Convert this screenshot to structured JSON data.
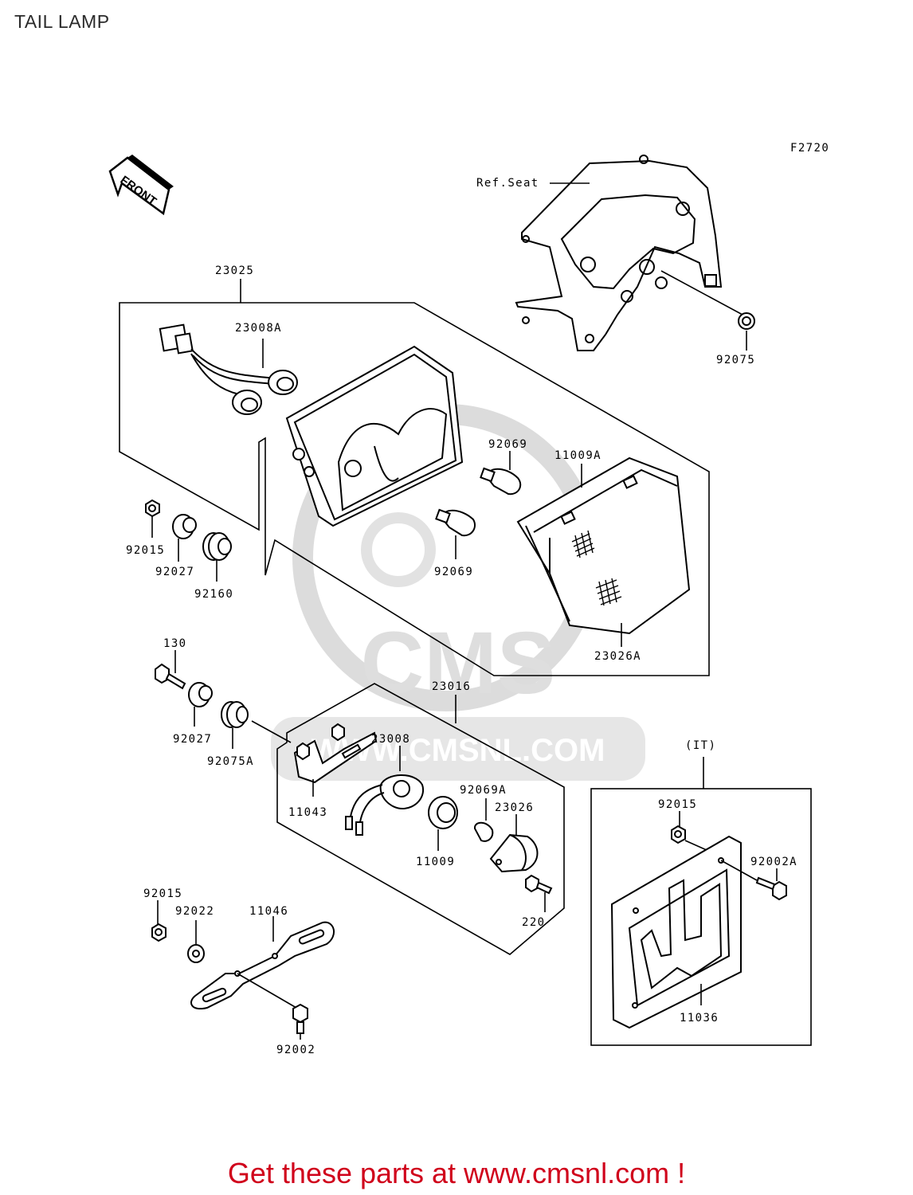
{
  "title": "TAIL LAMP",
  "diagram_code": "F2720",
  "direction_label": "FRONT",
  "watermark": {
    "brand": "CMS",
    "url": "WWW.CMSNL.COM"
  },
  "variant_label": "(IT)",
  "parts": {
    "p23025": "23025",
    "p23008A": "23008A",
    "p92069_top": "92069",
    "p11009A": "11009A",
    "p92069_bottom": "92069",
    "p92015_a": "92015",
    "p92027_a": "92027",
    "p92160": "92160",
    "p23026A": "23026A",
    "ref_seat": "Ref.Seat",
    "p92075": "92075",
    "p130": "130",
    "p92027_b": "92027",
    "p92075A": "92075A",
    "p23016": "23016",
    "p23008": "23008",
    "p11043": "11043",
    "p92069A": "92069A",
    "p23026": "23026",
    "p11009": "11009",
    "p220": "220",
    "p92015_b": "92015",
    "p92022": "92022",
    "p11046": "11046",
    "p92002": "92002",
    "p92015_c": "92015",
    "p92002A": "92002A",
    "p11036": "11036"
  },
  "footer": {
    "text": "Get these parts at www.cmsnl.com !"
  },
  "colors": {
    "footer": "#d0021b",
    "lines": "#000000",
    "watermark": "#d9d9d9"
  }
}
